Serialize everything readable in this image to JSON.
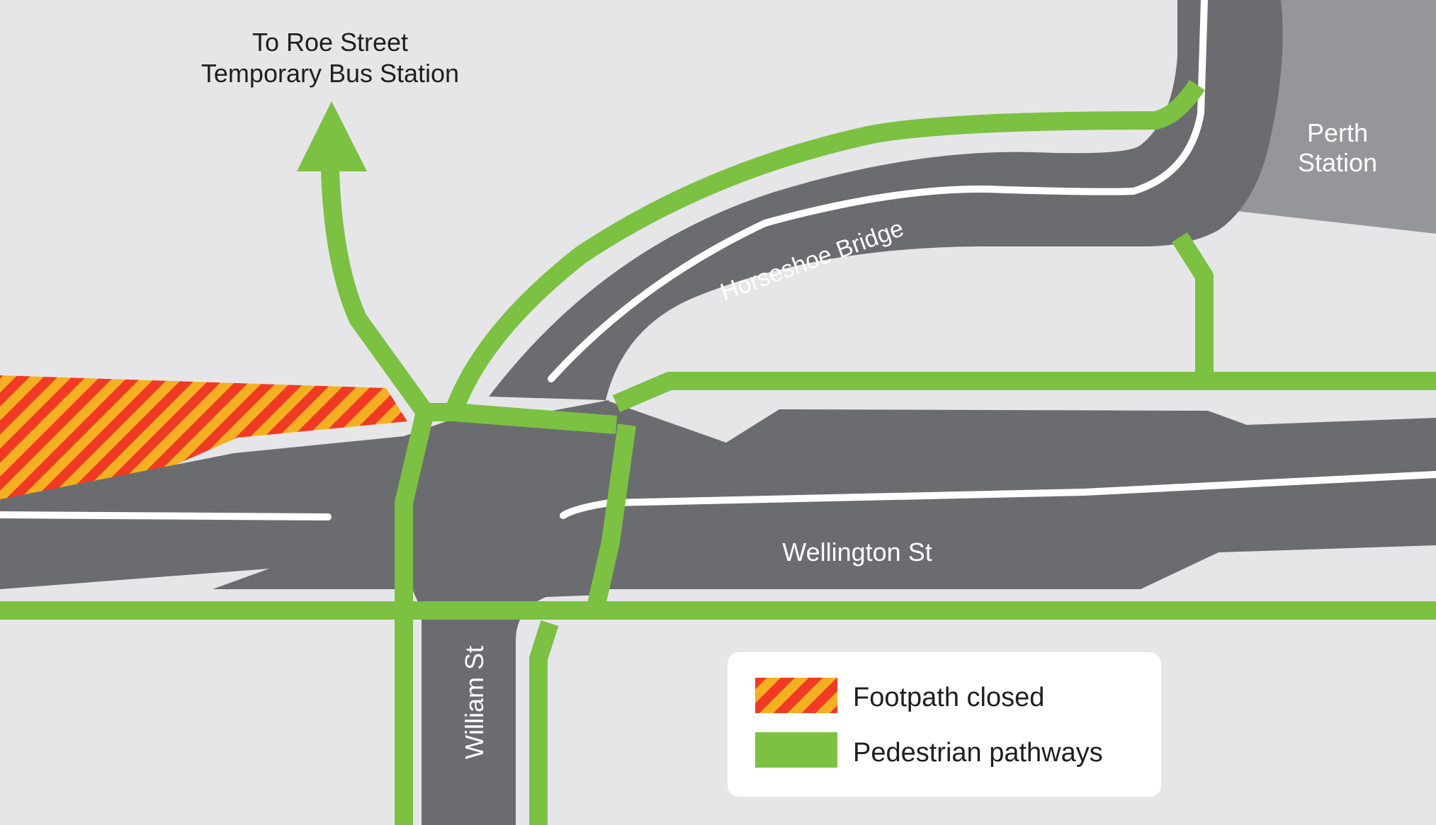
{
  "destination": {
    "line1": "To Roe Street",
    "line2": "Temporary Bus Station"
  },
  "landmark": {
    "line1": "Perth",
    "line2": "Station"
  },
  "roads": {
    "horseshoe_bridge": "Horseshoe Bridge",
    "wellington_st": "Wellington St",
    "william_st": "William St"
  },
  "legend": {
    "items": [
      {
        "label": "Footpath closed",
        "swatch": "hatched"
      },
      {
        "label": "Pedestrian pathways",
        "swatch": "solid"
      }
    ]
  },
  "colors": {
    "background": "#e6e6e8",
    "road": "#6b6c70",
    "station": "#959699",
    "pathway": "#7cc142",
    "closed_stripe_a": "#f03a24",
    "closed_stripe_b": "#f5b021",
    "road_marking": "#ffffff"
  }
}
